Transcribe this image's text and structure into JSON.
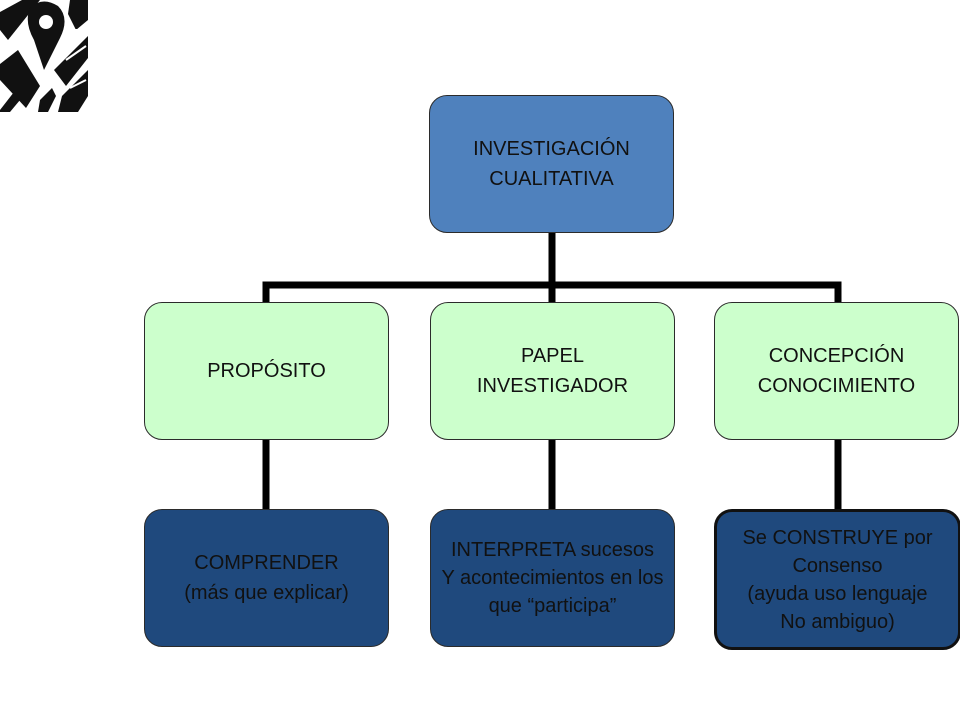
{
  "diagram": {
    "root": {
      "label": "INVESTIGACIÓN\nCUALITATIVA"
    },
    "branches": [
      {
        "label": "PROPÓSITO",
        "child": "COMPRENDER\n(más que explicar)"
      },
      {
        "label": "PAPEL\nINVESTIGADOR",
        "child": "INTERPRETA sucesos\nY acontecimientos en los\nque “participa”"
      },
      {
        "label": "CONCEPCIÓN\nCONOCIMIENTO",
        "child": "Se CONSTRUYE por\nConsenso\n(ayuda uso lenguaje\nNo ambiguo)"
      }
    ],
    "colors": {
      "root_fill": "#4f81bd",
      "branch_fill": "#ccffcc",
      "leaf_fill": "#1f497d",
      "connector": "#000000"
    }
  },
  "logo": {
    "icon": "map-pin-logo"
  }
}
